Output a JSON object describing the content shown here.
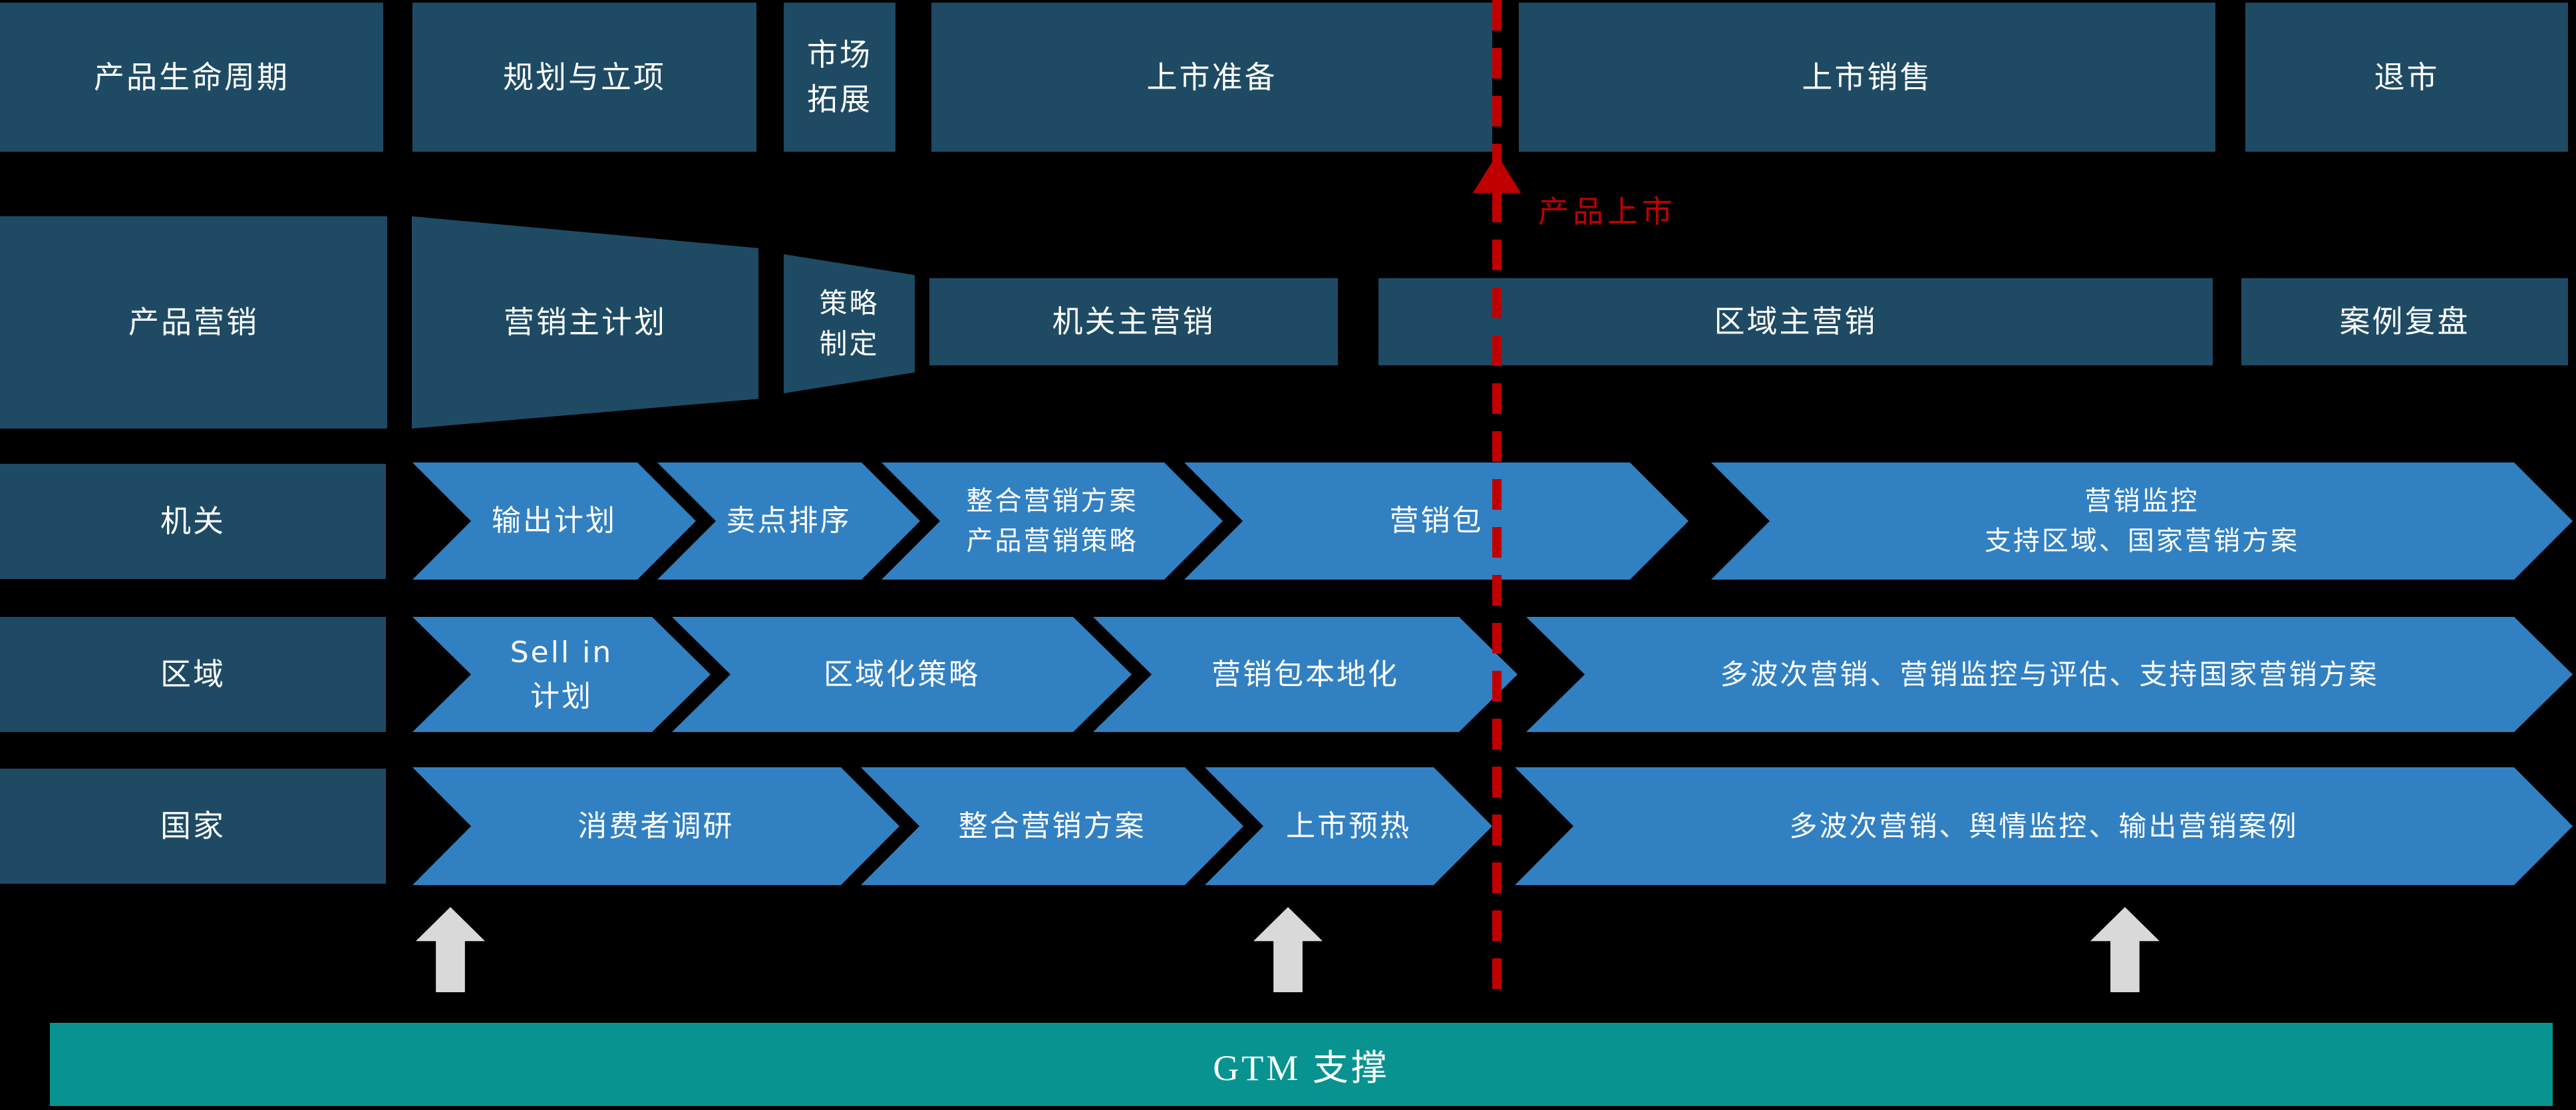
{
  "colors": {
    "background": "#000000",
    "dark_blue": "#1E4A64",
    "light_blue": "#3180C2",
    "teal": "#089390",
    "red": "#C00000",
    "arrow_gray": "#D9D9D9",
    "text": "#FFFFFF"
  },
  "lifecycle": {
    "header": "产品生命周期",
    "planning": "规划与立项",
    "market_expansion": {
      "line1": "市场",
      "line2": "拓展"
    },
    "launch_prep": "上市准备",
    "launch_sales": "上市销售",
    "delist": "退市"
  },
  "product_marketing": {
    "header": "产品营销",
    "master_plan": "营销主计划",
    "strategy": {
      "line1": "策略",
      "line2": "制定"
    },
    "hq_led": "机关主营销",
    "region_led": "区域主营销",
    "case_review": "案例复盘"
  },
  "hq": {
    "header": "机关",
    "output_plan": "输出计划",
    "selling_points": "卖点排序",
    "integrated": {
      "line1": "整合营销方案",
      "line2": "产品营销策略"
    },
    "marketing_package": "营销包",
    "monitoring": {
      "line1": "营销监控",
      "line2": "支持区域、国家营销方案"
    }
  },
  "region": {
    "header": "区域",
    "sell_in": {
      "line1": "Sell in",
      "line2": "计划"
    },
    "localization_strategy": "区域化策略",
    "package_localization": "营销包本地化",
    "multi_wave": "多波次营销、营销监控与评估、支持国家营销方案"
  },
  "country": {
    "header": "国家",
    "consumer_research": "消费者调研",
    "integrated_plan": "整合营销方案",
    "launch_preheat": "上市预热",
    "multi_wave": "多波次营销、舆情监控、输出营销案例"
  },
  "launch_marker": {
    "label": "产品上市"
  },
  "gtm": {
    "label": "GTM 支撑"
  }
}
